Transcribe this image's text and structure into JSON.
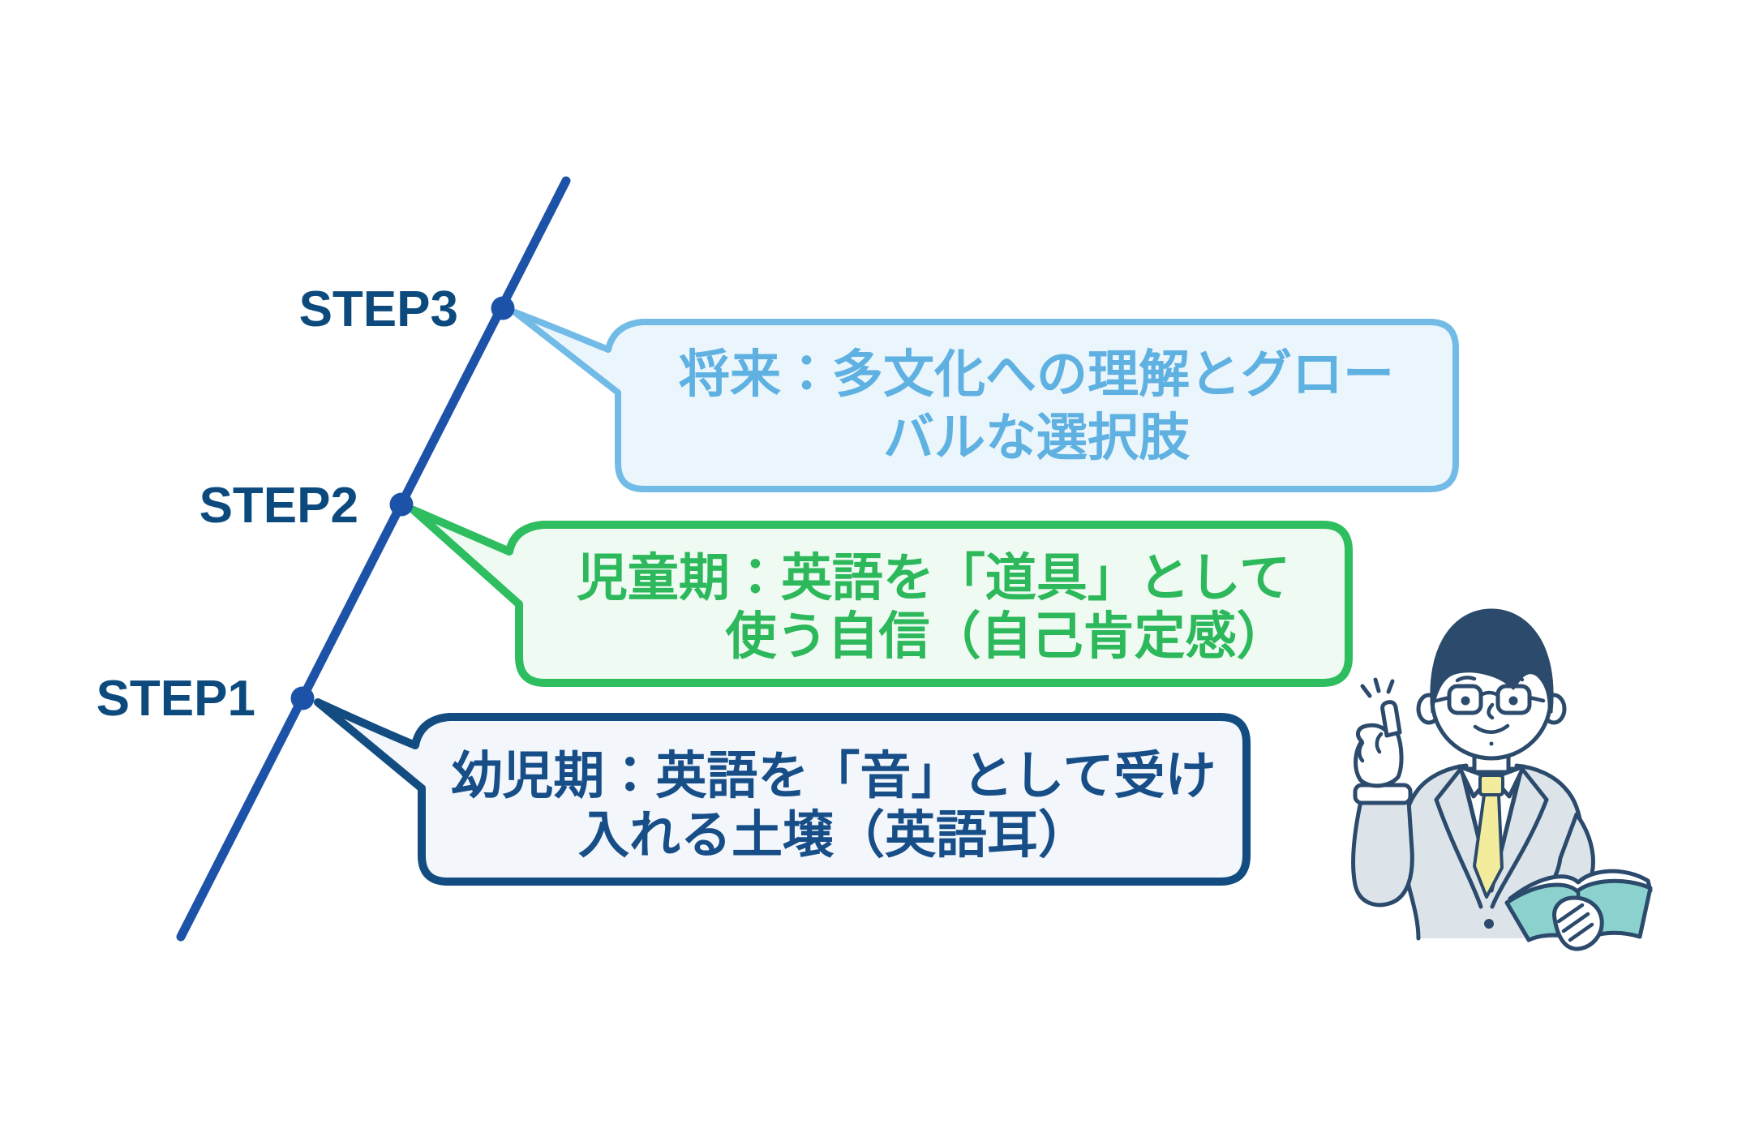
{
  "diagram": {
    "steps": [
      {
        "label": "STEP1"
      },
      {
        "label": "STEP2"
      },
      {
        "label": "STEP3"
      }
    ],
    "bubbles": [
      {
        "step": "STEP3",
        "lines": [
          "将来：多文化への理解とグロー",
          "バルな選択肢"
        ],
        "text": "将来：多文化への理解とグローバルな選択肢"
      },
      {
        "step": "STEP2",
        "lines": [
          "児童期：英語を「道具」として",
          "使う自信（自己肯定感）"
        ],
        "text": "児童期：英語を「道具」として使う自信（自己肯定感）"
      },
      {
        "step": "STEP1",
        "lines": [
          "幼児期：英語を「音」として受け",
          "入れる土壌（英語耳）"
        ],
        "text": "幼児期：英語を「音」として受け入れる土壌（英語耳）"
      }
    ],
    "illustration": "teacher-pointing-with-open-book"
  },
  "colors": {
    "background": "#FFFFFF",
    "line": "#1C52A8",
    "step-label": "#0C4A7E",
    "b1-border": "#72BBE7",
    "b1-fill": "#EBF5FC",
    "b1-text": "#5FB1E2",
    "b2-border": "#2EBE5F",
    "b2-fill": "#EFFBF2",
    "b2-text": "#2CB85B",
    "b3-border": "#134C80",
    "b3-fill": "#F3F7FB",
    "b3-text": "#174E88",
    "outline": "#2B4A6C",
    "suit": "#DCE4EA",
    "tie": "#F2EC9C",
    "book": "#8BD2CF",
    "skin": "#FFFFFF"
  }
}
